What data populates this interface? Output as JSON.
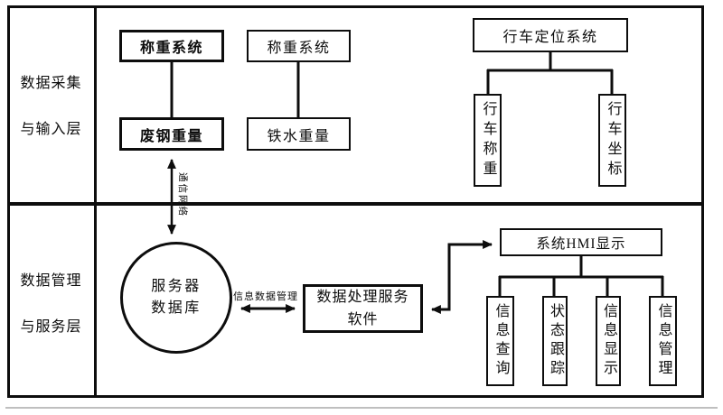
{
  "diagram": {
    "layers": [
      {
        "line1": "数据采集",
        "line2": "与输入层"
      },
      {
        "line1": "数据管理",
        "line2": "与服务层"
      }
    ],
    "nodes": {
      "weigh_system_1": "称重系统",
      "weigh_system_2": "称重系统",
      "scrap_weight": "废钢重量",
      "iron_weight": "铁水重量",
      "crane_positioning_system": "行车定位系统",
      "crane_weighing": "行车称重",
      "crane_coordinates": "行车坐标",
      "server_db_line1": "服务器",
      "server_db_line2": "数据库",
      "data_processing_line1": "数据处理服务",
      "data_processing_line2": "软件",
      "system_hmi_display": "系统HMI显示",
      "info_query": "信息查询",
      "status_tracking": "状态跟踪",
      "info_display": "信息显示",
      "info_management": "信息管理"
    },
    "edge_labels": {
      "comm_network": "通信网络",
      "info_data_management": "信息数据管理"
    },
    "colors": {
      "line": "#0d0d0d",
      "background": "#ffffff"
    }
  }
}
